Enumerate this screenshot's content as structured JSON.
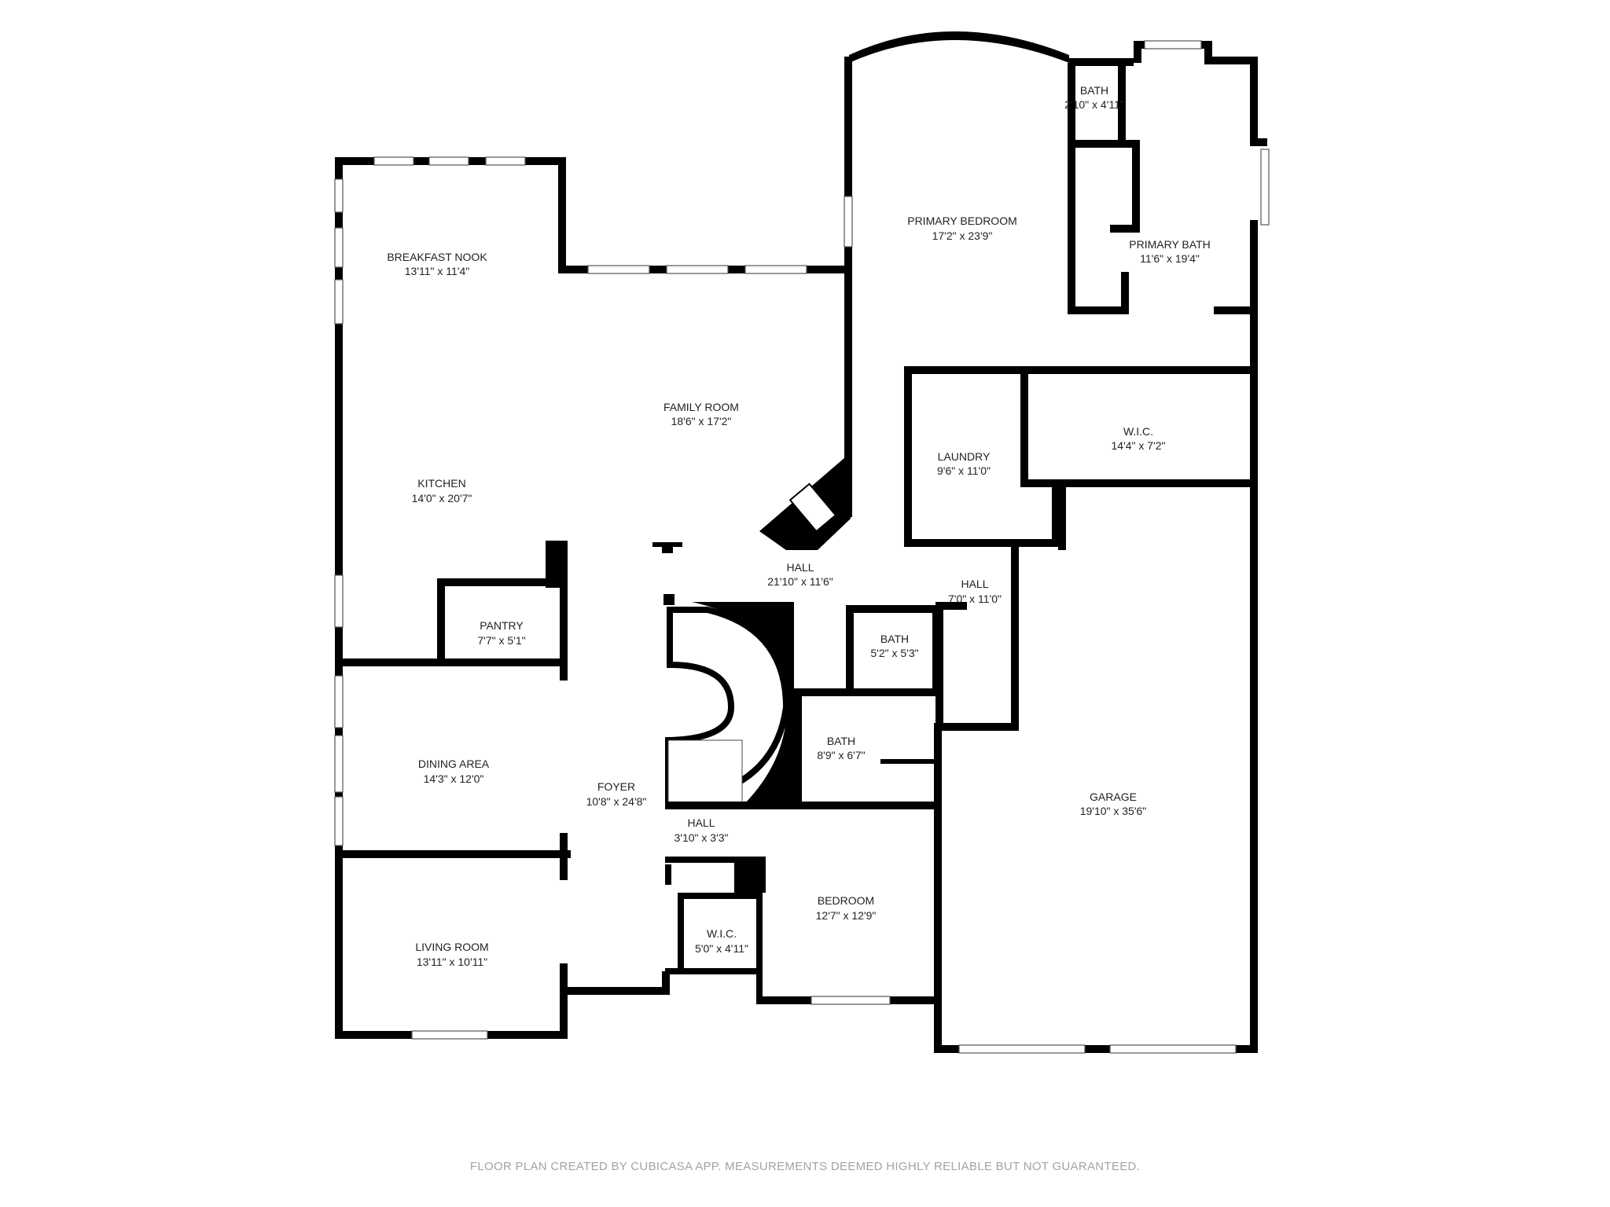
{
  "rooms": [
    {
      "id": "breakfast-nook",
      "name": "BREAKFAST NOOK",
      "size": "13'11\" x 11'4\""
    },
    {
      "id": "family-room",
      "name": "FAMILY ROOM",
      "size": "18'6\" x 17'2\""
    },
    {
      "id": "kitchen",
      "name": "KITCHEN",
      "size": "14'0\" x 20'7\""
    },
    {
      "id": "primary-bedroom",
      "name": "PRIMARY BEDROOM",
      "size": "17'2\" x 23'9\""
    },
    {
      "id": "bath-upper",
      "name": "BATH",
      "size": "2'10\" x 4'11\""
    },
    {
      "id": "primary-bath",
      "name": "PRIMARY BATH",
      "size": "11'6\" x 19'4\""
    },
    {
      "id": "laundry",
      "name": "LAUNDRY",
      "size": "9'6\" x 11'0\""
    },
    {
      "id": "wic-primary",
      "name": "W.I.C.",
      "size": "14'4\" x 7'2\""
    },
    {
      "id": "hall-main",
      "name": "HALL",
      "size": "21'10\" x 11'6\""
    },
    {
      "id": "hall-east",
      "name": "HALL",
      "size": "7'0\" x 11'0\""
    },
    {
      "id": "pantry",
      "name": "PANTRY",
      "size": "7'7\" x 5'1\""
    },
    {
      "id": "bath-small",
      "name": "BATH",
      "size": "5'2\" x 5'3\""
    },
    {
      "id": "bath-mid",
      "name": "BATH",
      "size": "8'9\" x 6'7\""
    },
    {
      "id": "dining-area",
      "name": "DINING AREA",
      "size": "14'3\" x 12'0\""
    },
    {
      "id": "foyer",
      "name": "FOYER",
      "size": "10'8\" x 24'8\""
    },
    {
      "id": "garage",
      "name": "GARAGE",
      "size": "19'10\" x 35'6\""
    },
    {
      "id": "hall-small",
      "name": "HALL",
      "size": "3'10\" x 3'3\""
    },
    {
      "id": "bedroom",
      "name": "BEDROOM",
      "size": "12'7\" x 12'9\""
    },
    {
      "id": "wic-small",
      "name": "W.I.C.",
      "size": "5'0\" x 4'11\""
    },
    {
      "id": "living-room",
      "name": "LIVING ROOM",
      "size": "13'11\" x 10'11\""
    }
  ],
  "footer": "FLOOR PLAN CREATED BY CUBICASA APP. MEASUREMENTS DEEMED HIGHLY RELIABLE BUT NOT GUARANTEED."
}
